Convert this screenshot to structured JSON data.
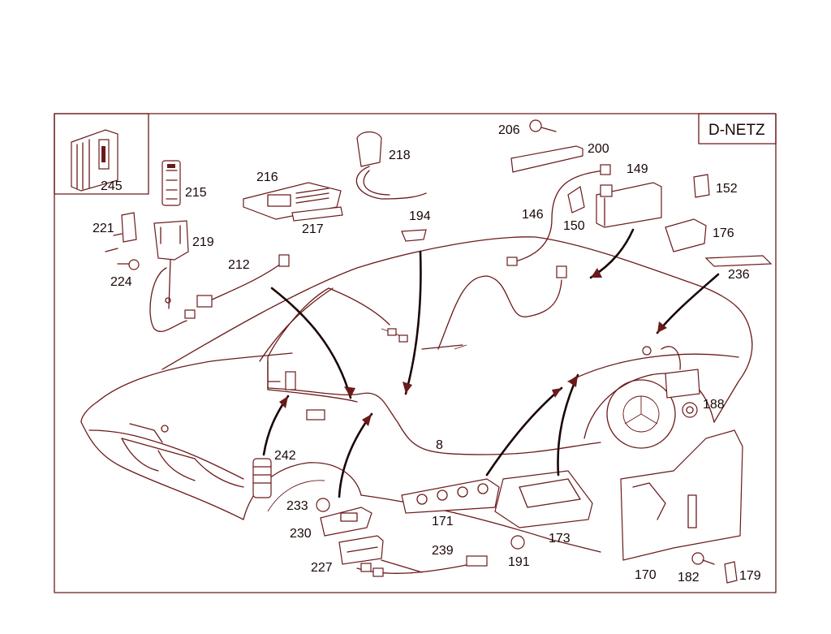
{
  "title": "D-NETZ",
  "colors": {
    "line": "#6b1a1a",
    "text": "#1a0606",
    "background": "#ffffff"
  },
  "labels": {
    "p245": "245",
    "p215": "215",
    "p221": "221",
    "p219": "219",
    "p224": "224",
    "p212": "212",
    "p216": "216",
    "p217": "217",
    "p218": "218",
    "p194": "194",
    "p206": "206",
    "p200": "200",
    "p149": "149",
    "p146": "146",
    "p150": "150",
    "p152": "152",
    "p176": "176",
    "p236": "236",
    "p188": "188",
    "p242": "242",
    "p8": "8",
    "p233": "233",
    "p230": "230",
    "p227": "227",
    "p239": "239",
    "p171": "171",
    "p173": "173",
    "p191": "191",
    "p170": "170",
    "p182": "182",
    "p179": "179"
  }
}
